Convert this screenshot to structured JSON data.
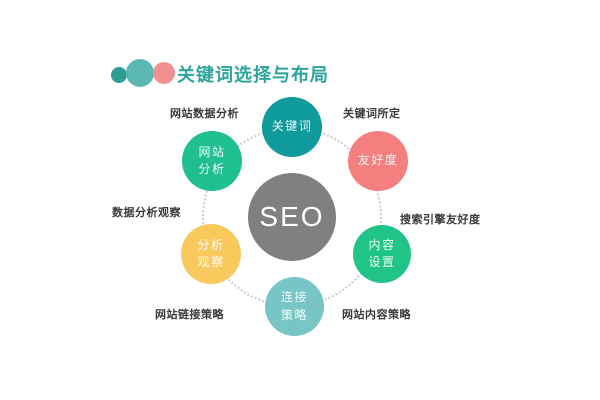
{
  "title": {
    "text": "关键词选择与布局",
    "color": "#2ca69c",
    "dots": [
      {
        "name": "teal-dark-dot",
        "color": "#2f9d95"
      },
      {
        "name": "teal-light-dot",
        "color": "#5ab7b1"
      },
      {
        "name": "pink-dot",
        "color": "#f19090"
      }
    ]
  },
  "diagram": {
    "ring_color": "#cccccc",
    "center": {
      "label": "SEO",
      "color": "#7e8081"
    },
    "nodes": [
      {
        "id": "keyword",
        "line1": "关键词",
        "color": "#0f9b9c"
      },
      {
        "id": "friendliness",
        "line1": "友好度",
        "color": "#f57e7e"
      },
      {
        "id": "content-setting",
        "line1": "内容",
        "line2": "设置",
        "color": "#20c488"
      },
      {
        "id": "link-strategy",
        "line1": "连接",
        "line2": "策略",
        "color": "#77c6c5"
      },
      {
        "id": "analysis-observation",
        "line1": "分析",
        "line2": "观察",
        "color": "#f8ca5e"
      },
      {
        "id": "site-analysis",
        "line1": "网站",
        "line2": "分析",
        "color": "#1fbf90"
      }
    ],
    "outer_labels": [
      {
        "text": "网站数据分析"
      },
      {
        "text": "关键词所定"
      },
      {
        "text": "搜索引擎友好度"
      },
      {
        "text": "网站内容策略"
      },
      {
        "text": "网站链接策略"
      },
      {
        "text": "数据分析观察"
      }
    ]
  }
}
